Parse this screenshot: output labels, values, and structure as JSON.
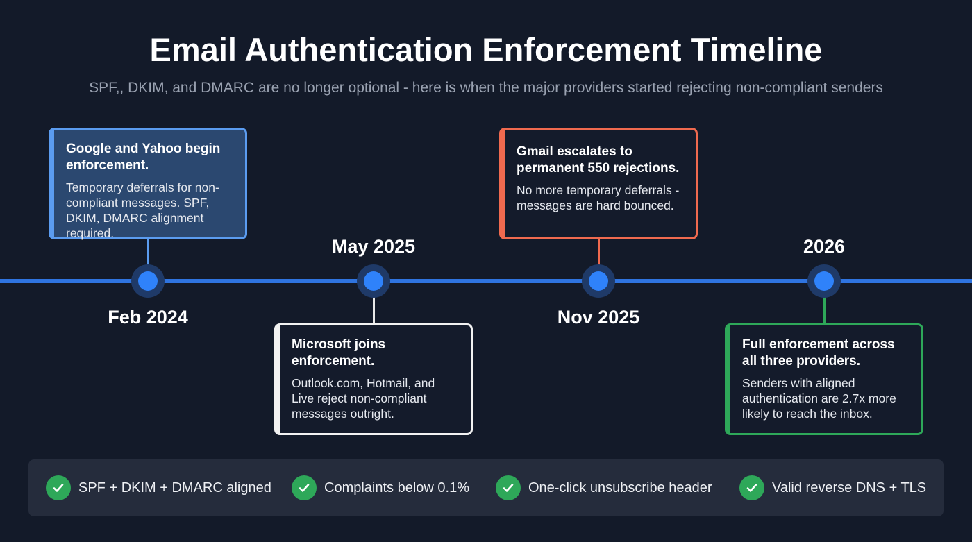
{
  "header": {
    "title": "Email Authentication Enforcement Timeline",
    "subtitle": "SPF,, DKIM, and DMARC are no longer optional - here is when the major providers started rejecting non-compliant senders"
  },
  "colors": {
    "background": "#131a29",
    "timeline": "#2f74e0",
    "card1": "#5b9cf0",
    "card2": "#ffffff",
    "card3": "#f06a4f",
    "card4": "#2ea859"
  },
  "events": [
    {
      "date": "Feb 2024",
      "title": "Google and Yahoo begin enforcement.",
      "body": "Temporary deferrals for non-compliant messages. SPF, DKIM, DMARC alignment required."
    },
    {
      "date": "May 2025",
      "title": "Microsoft joins enforcement.",
      "body": "Outlook.com, Hotmail, and Live reject non-compliant messages outright."
    },
    {
      "date": "Nov 2025",
      "title": "Gmail escalates to permanent 550 rejections.",
      "body": "No more temporary deferrals - messages are hard bounced."
    },
    {
      "date": "2026",
      "title": "Full enforcement across all three providers.",
      "body": "Senders with aligned authentication are 2.7x more likely to reach the inbox."
    }
  ],
  "checklist": [
    {
      "label": "SPF + DKIM + DMARC aligned",
      "icon": "check-circle-icon"
    },
    {
      "label": "Complaints below 0.1%",
      "icon": "check-circle-icon"
    },
    {
      "label": "One-click unsubscribe header",
      "icon": "check-circle-icon"
    },
    {
      "label": "Valid reverse DNS + TLS",
      "icon": "check-circle-icon"
    }
  ]
}
